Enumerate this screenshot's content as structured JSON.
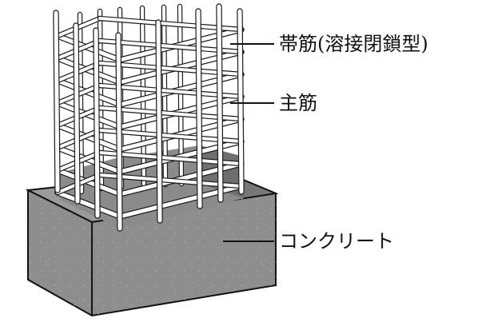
{
  "labels": {
    "hoop": "帯筋(溶接閉鎖型)",
    "main_bar": "主筋",
    "concrete": "コンクリート"
  },
  "colors": {
    "concrete_front": "#8e8e8e",
    "concrete_top": "#9a9a9a",
    "concrete_side": "#767676",
    "column_face": "#8b8b8b",
    "column_side": "#6f6f6f",
    "rebar_outline": "#1a1a1a",
    "rebar_fill": "#ffffff"
  }
}
